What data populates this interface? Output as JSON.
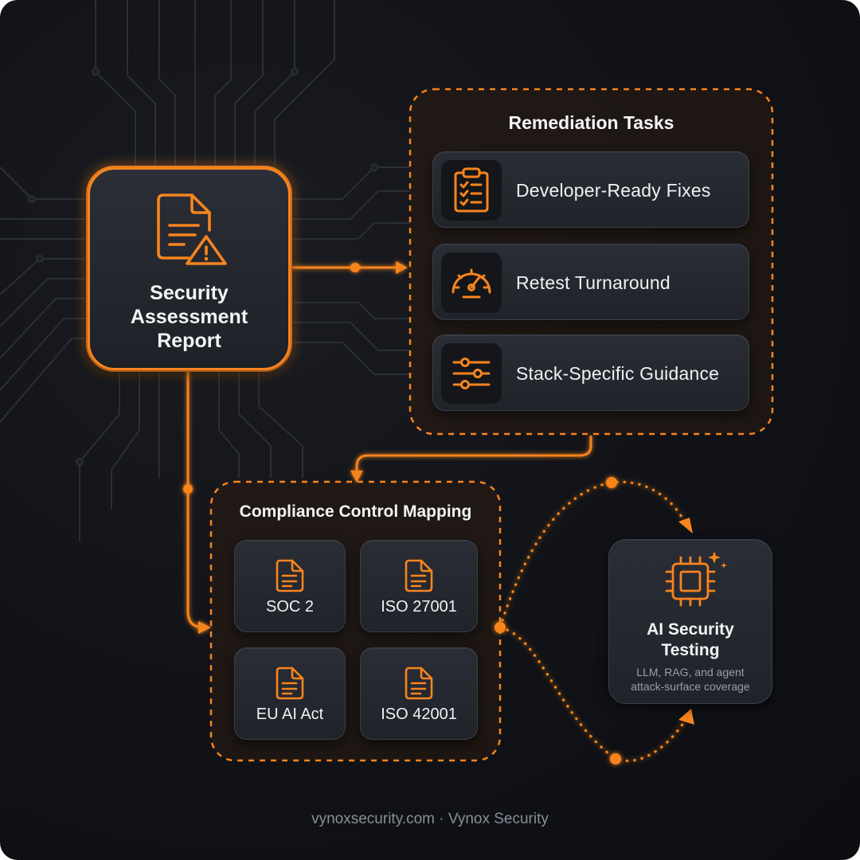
{
  "report": {
    "title_line1": "Security",
    "title_line2": "Assessment",
    "title_line3": "Report",
    "icon": "document-warning-icon"
  },
  "remediation": {
    "title": "Remediation Tasks",
    "items": [
      {
        "label": "Developer-Ready Fixes",
        "icon": "clipboard-checklist-icon"
      },
      {
        "label": "Retest Turnaround",
        "icon": "speedometer-icon"
      },
      {
        "label": "Stack-Specific Guidance",
        "icon": "sliders-icon"
      }
    ]
  },
  "compliance": {
    "title": "Compliance Control Mapping",
    "items": [
      {
        "label": "SOC 2",
        "icon": "document-icon"
      },
      {
        "label": "ISO 27001",
        "icon": "document-icon"
      },
      {
        "label": "EU AI Act",
        "icon": "document-icon"
      },
      {
        "label": "ISO 42001",
        "icon": "document-icon"
      }
    ]
  },
  "ai_testing": {
    "title_line1": "AI Security",
    "title_line2": "Testing",
    "subtitle_line1": "LLM, RAG, and agent",
    "subtitle_line2": "attack-surface coverage",
    "icon": "ai-chip-sparkle-icon"
  },
  "footer": {
    "text": "vynoxsecurity.com · Vynox Security"
  },
  "colors": {
    "accent": "#f7841f",
    "background": "#101217",
    "card": "#23262d",
    "text": "#f3f4f6",
    "muted": "#8a8e96"
  }
}
